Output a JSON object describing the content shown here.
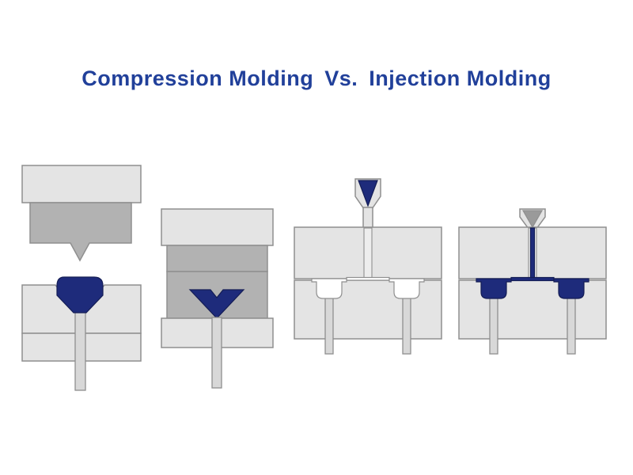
{
  "title": {
    "left": "Compression Molding",
    "vs": "Vs.",
    "right": "Injection Molding"
  },
  "colors": {
    "background": "#ffffff",
    "title_text": "#21409a",
    "light_gray": "#e4e4e4",
    "medium_gray": "#b2b2b2",
    "dark_gray": "#9a9a9a",
    "pin_gray": "#d8d8d8",
    "channel_gray": "#ededed",
    "cavity_white": "#ffffff",
    "outline": "#8f8f8f",
    "material_blue": "#1e2b7b",
    "material_blue_dark": "#141d55"
  }
}
